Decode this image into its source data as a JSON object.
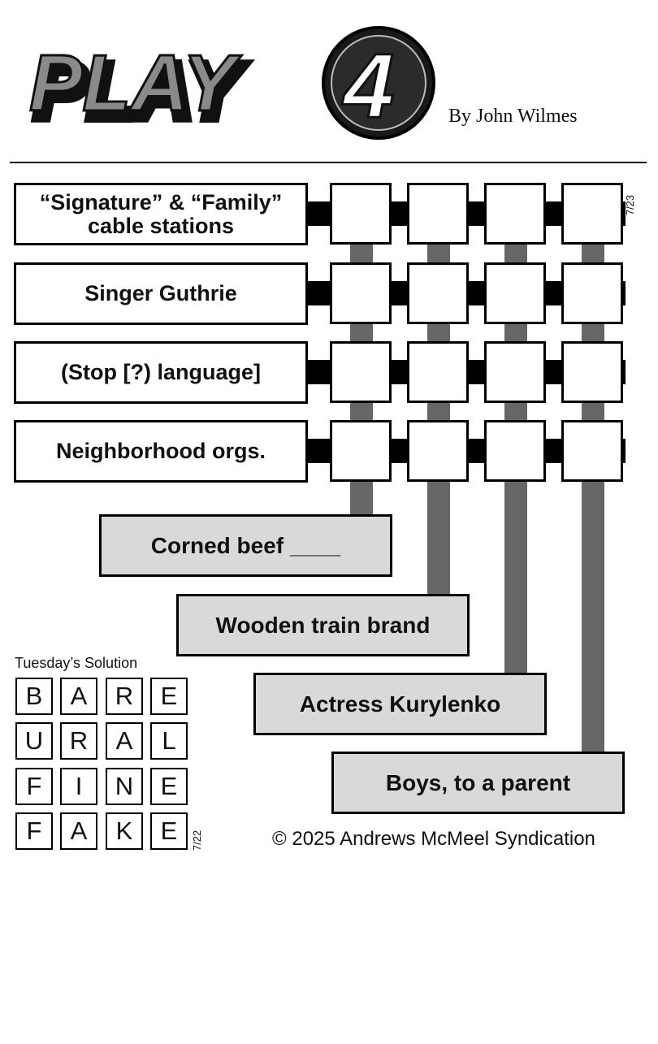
{
  "header": {
    "logo_text": "PLAY",
    "logo_digit": "4",
    "byline": "By John Wilmes"
  },
  "puzzle": {
    "date": "7/23",
    "across": [
      {
        "line1": "“Signature” & “Family”",
        "line2": "cable stations"
      },
      {
        "line1": "Singer Guthrie",
        "line2": ""
      },
      {
        "line1": "(Stop [?) language]",
        "line2": ""
      },
      {
        "line1": "Neighborhood orgs.",
        "line2": ""
      }
    ],
    "down": [
      "Corned beef ____",
      "Wooden train brand",
      "Actress Kurylenko",
      "Boys, to a parent"
    ]
  },
  "solution": {
    "title": "Tuesday’s Solution",
    "date": "7/22",
    "rows": [
      [
        "B",
        "A",
        "R",
        "E"
      ],
      [
        "U",
        "R",
        "A",
        "L"
      ],
      [
        "F",
        "I",
        "N",
        "E"
      ],
      [
        "F",
        "A",
        "K",
        "E"
      ]
    ]
  },
  "footer": {
    "copyright": "© 2025 Andrews McMeel Syndication"
  }
}
